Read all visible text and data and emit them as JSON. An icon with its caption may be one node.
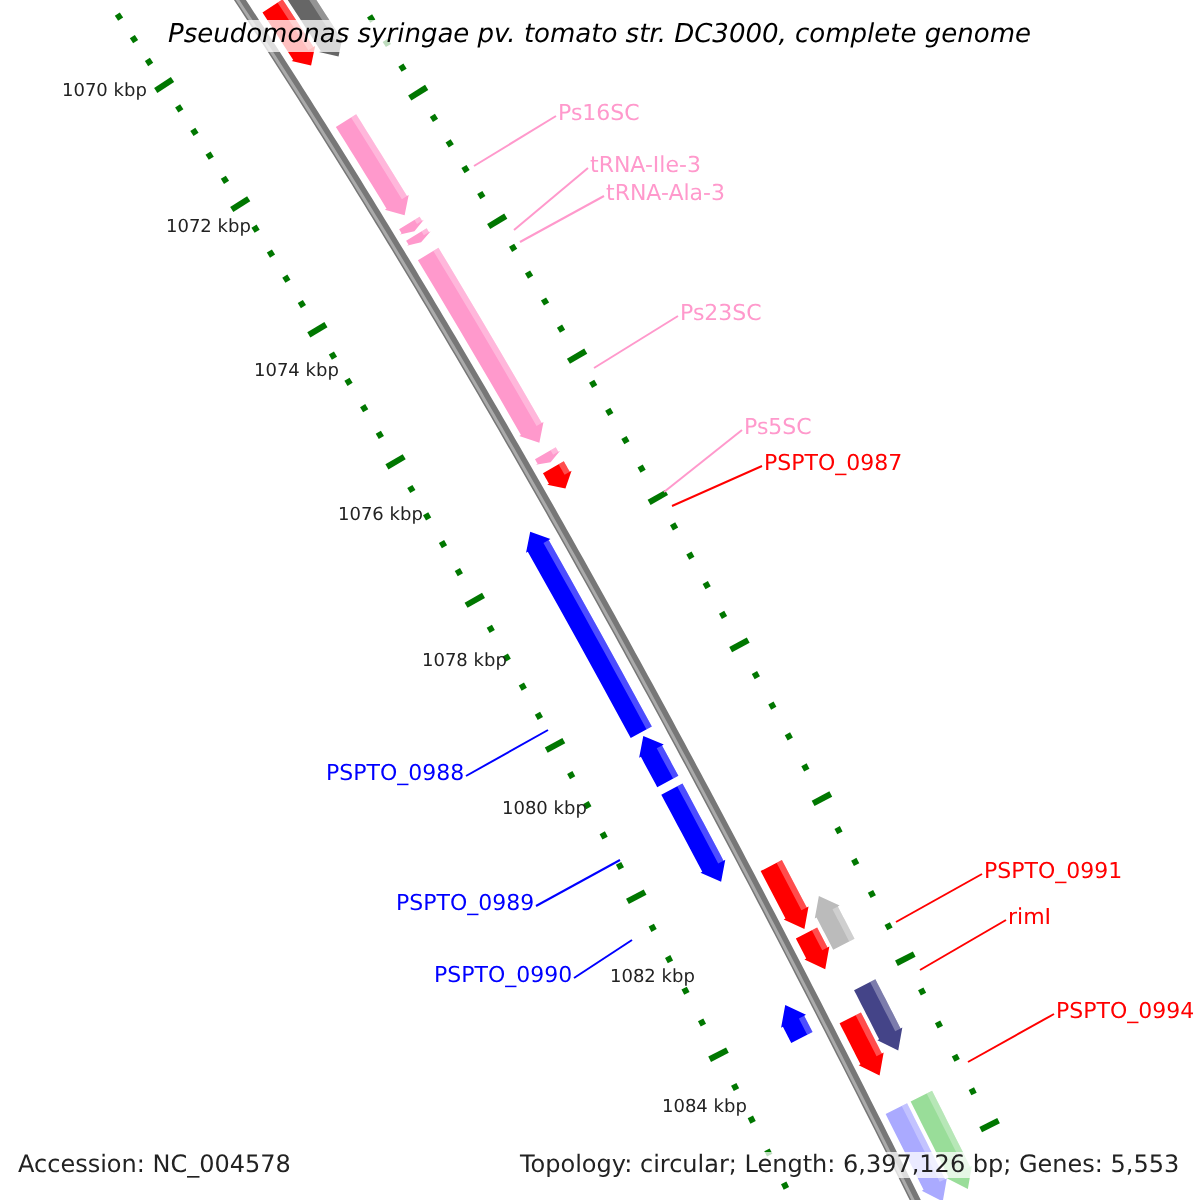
{
  "diagram": {
    "title": "Pseudomonas syringae pv. tomato str. DC3000, complete genome",
    "nodes": [
      {
        "text": [
          "Ps16SC"
        ]
      },
      {
        "text": [
          "tRNA-Ile-3"
        ]
      },
      {
        "text": [
          "tRNA-Ala-3"
        ]
      },
      {
        "text": [
          "Ps23SC"
        ]
      },
      {
        "text": [
          "Ps5SC"
        ]
      },
      {
        "text": [
          "PSPTO_0987"
        ]
      },
      {
        "text": [
          "PSPTO_0988"
        ]
      },
      {
        "text": [
          "PSPTO_0989"
        ]
      },
      {
        "text": [
          "PSPTO_0990"
        ]
      },
      {
        "text": [
          "PSPTO_0991"
        ]
      },
      {
        "text": [
          "rimI"
        ]
      },
      {
        "text": [
          "PSPTO_0994"
        ]
      }
    ],
    "edges": [
      {
        "from": 0,
        "to": null,
        "arrow": "none"
      },
      {
        "from": 1,
        "to": null,
        "arrow": "none"
      },
      {
        "from": 2,
        "to": null,
        "arrow": "none"
      },
      {
        "from": 3,
        "to": null,
        "arrow": "none"
      },
      {
        "from": 4,
        "to": null,
        "arrow": "none"
      },
      {
        "from": 5,
        "to": null,
        "arrow": "none",
        "color": "#ff0000"
      },
      {
        "from": 6,
        "to": null,
        "arrow": "none",
        "color": "#0000ff"
      },
      {
        "from": 7,
        "to": null,
        "arrow": "none",
        "color": "#0000ff"
      },
      {
        "from": 8,
        "to": null,
        "arrow": "none",
        "color": "#0000ff"
      },
      {
        "from": 9,
        "to": null,
        "arrow": "none",
        "color": "#ff0000"
      },
      {
        "from": 10,
        "to": null,
        "arrow": "none",
        "color": "#ff0000"
      },
      {
        "from": 11,
        "to": null,
        "arrow": "none",
        "color": "#ff0000"
      }
    ],
    "labels": [
      "1070 kbp",
      "1072 kbp",
      "1074 kbp",
      "1076 kbp",
      "1078 kbp",
      "1080 kbp",
      "1082 kbp",
      "1084 kbp",
      "Accession: NC_004578",
      "Topology: circular; Length: 6,397,126 bp; Genes: 5,553"
    ]
  }
}
